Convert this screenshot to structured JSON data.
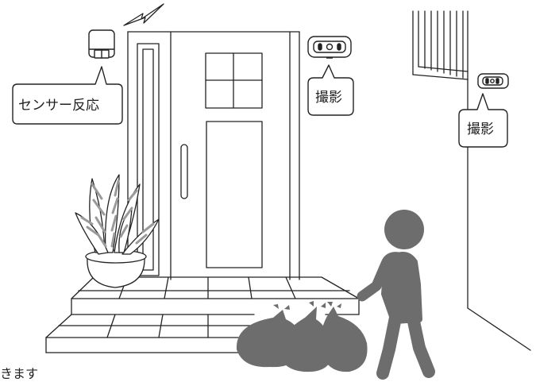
{
  "callouts": {
    "sensor_label": "センサー反応",
    "capture_label_1": "撮影",
    "capture_label_2": "撮影"
  },
  "caption": "きます"
}
